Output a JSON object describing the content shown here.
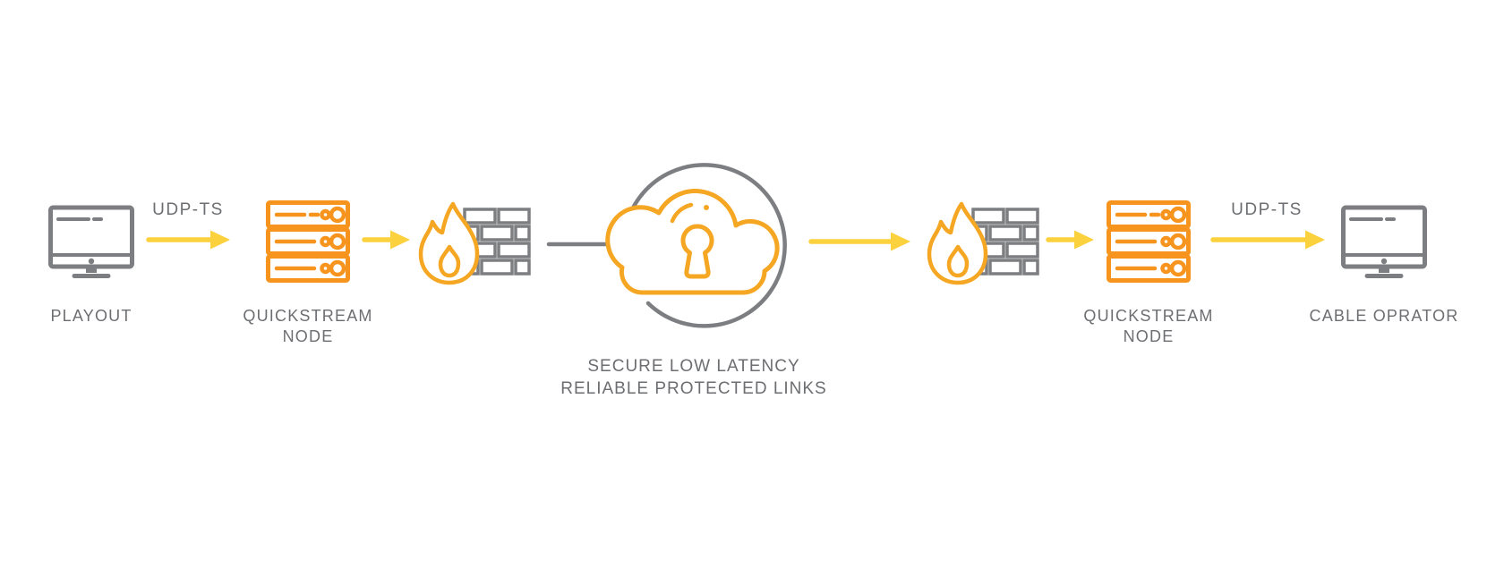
{
  "colors": {
    "background": "#FFFFFF",
    "gray-icon": "#7D7E81",
    "gray-text": "#6D6E71",
    "orange": "#F7941E",
    "amber": "#F5A623",
    "yellow-arrow": "#FCD13E"
  },
  "flow": {
    "caption": {
      "line1": "SECURE LOW LATENCY",
      "line2": "RELIABLE PROTECTED LINKS"
    },
    "nodes": [
      {
        "id": "playout",
        "icon": "desktop-monitor-icon",
        "label": "PLAYOUT"
      },
      {
        "id": "quickstream-node-ingest",
        "icon": "server-rack-icon",
        "label_line1": "QUICKSTREAM",
        "label_line2": "NODE"
      },
      {
        "id": "firewall-ingest",
        "icon": "firewall-icon"
      },
      {
        "id": "secure-link-cloud",
        "icon": "cloud-keyhole-icon"
      },
      {
        "id": "firewall-egress",
        "icon": "firewall-icon"
      },
      {
        "id": "quickstream-node-egress",
        "icon": "server-rack-icon",
        "label_line1": "QUICKSTREAM",
        "label_line2": "NODE"
      },
      {
        "id": "cable-operator",
        "icon": "desktop-monitor-icon",
        "label": "CABLE OPRATOR"
      }
    ],
    "connections": [
      {
        "from": "playout",
        "to": "quickstream-node-ingest",
        "label": "UDP-TS",
        "style": "yellow-arrow"
      },
      {
        "from": "quickstream-node-ingest",
        "to": "firewall-ingest",
        "label": "",
        "style": "yellow-arrow"
      },
      {
        "from": "firewall-ingest",
        "to": "secure-link-cloud",
        "label": "",
        "style": "gray-line"
      },
      {
        "from": "secure-link-cloud",
        "to": "firewall-egress",
        "label": "",
        "style": "yellow-arrow"
      },
      {
        "from": "firewall-egress",
        "to": "quickstream-node-egress",
        "label": "",
        "style": "yellow-arrow"
      },
      {
        "from": "quickstream-node-egress",
        "to": "cable-operator",
        "label": "UDP-TS",
        "style": "yellow-arrow"
      }
    ]
  }
}
